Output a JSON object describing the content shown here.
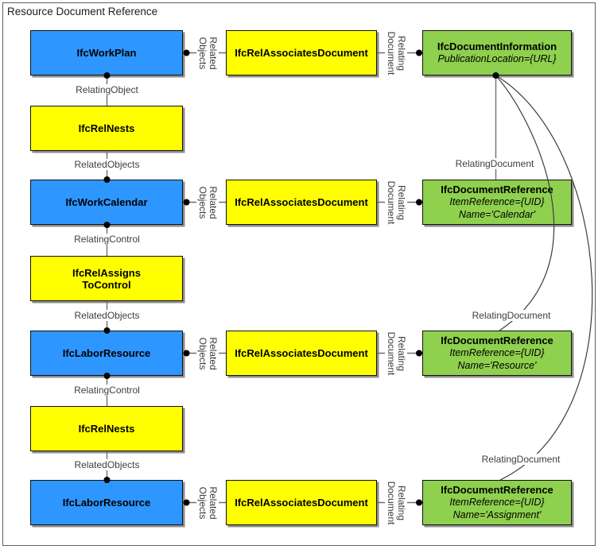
{
  "title": "Resource Document Reference",
  "colors": {
    "blue": "#2E96FF",
    "yellow": "#FFFF00",
    "green": "#8FD04E",
    "shadow": "#8E8E8E",
    "line": "#6F6F6F",
    "curve": "#3C3C3C"
  },
  "left_column": [
    {
      "label": "IfcWorkPlan",
      "color": "blue"
    },
    {
      "label": "IfcRelNests",
      "color": "yellow"
    },
    {
      "label": "IfcWorkCalendar",
      "color": "blue"
    },
    {
      "label": "IfcRelAssigns\nToControl",
      "color": "yellow"
    },
    {
      "label": "IfcLaborResource",
      "color": "blue"
    },
    {
      "label": "IfcRelNests",
      "color": "yellow"
    },
    {
      "label": "IfcLaborResource",
      "color": "blue"
    }
  ],
  "middle_column": [
    {
      "label": "IfcRelAssociatesDocument"
    },
    {
      "label": "IfcRelAssociatesDocument"
    },
    {
      "label": "IfcRelAssociatesDocument"
    },
    {
      "label": "IfcRelAssociatesDocument"
    }
  ],
  "right_column": [
    {
      "title": "IfcDocumentInformation",
      "attrs": [
        "PublicationLocation={URL}"
      ]
    },
    {
      "title": "IfcDocumentReference",
      "attrs": [
        "ItemReference={UID}",
        "Name='Calendar'"
      ]
    },
    {
      "title": "IfcDocumentReference",
      "attrs": [
        "ItemReference={UID}",
        "Name='Resource'"
      ]
    },
    {
      "title": "IfcDocumentReference",
      "attrs": [
        "ItemReference={UID}",
        "Name='Assignment'"
      ]
    }
  ],
  "edge_labels": {
    "vertical": [
      "RelatingObject",
      "RelatedObjects",
      "RelatingControl",
      "RelatedObjects",
      "RelatingControl",
      "RelatedObjects"
    ],
    "related_objects": "Related\nObjects",
    "relating_document_rot": "Relating\nDocument",
    "relating_document": "RelatingDocument"
  }
}
